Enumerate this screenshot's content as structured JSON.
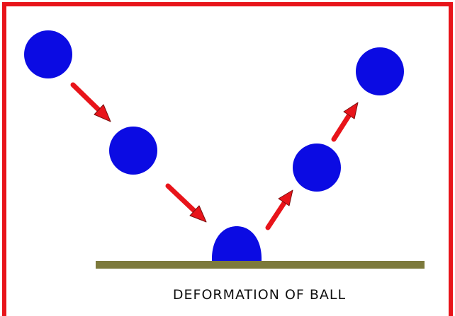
{
  "caption": "DEFORMATION OF BALL",
  "colors": {
    "border": "#e8141a",
    "ball": "#0b0be3",
    "arrow": "#e8141a",
    "arrow_outline": "#7a1010",
    "ground": "#7d7a3c",
    "background": "#ffffff",
    "caption": "#111111"
  },
  "diagram": {
    "balls": [
      {
        "name": "ball-start",
        "state": "falling"
      },
      {
        "name": "ball-descending",
        "state": "falling"
      },
      {
        "name": "ball-impact",
        "state": "deformed on contact"
      },
      {
        "name": "ball-rising",
        "state": "rebounding"
      },
      {
        "name": "ball-end",
        "state": "rebounding"
      }
    ],
    "arrows": [
      {
        "name": "arrow-down-1",
        "direction": "down-right"
      },
      {
        "name": "arrow-down-2",
        "direction": "down-right"
      },
      {
        "name": "arrow-up-1",
        "direction": "up-right"
      },
      {
        "name": "arrow-up-2",
        "direction": "up-right"
      }
    ]
  }
}
